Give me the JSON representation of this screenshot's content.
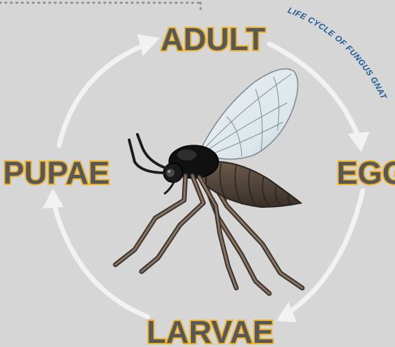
{
  "diagram": {
    "title": "LIFE CYCLE OF FUNGUS GNAT",
    "stages": {
      "adult": "ADULT",
      "egg": "EGG",
      "larvae": "LARVAE",
      "pupae": "PUPAE"
    },
    "colors": {
      "background": "#d6d6d6",
      "label_fill": "#585858",
      "label_outline": "#f0b429",
      "title": "#1d5b96",
      "cycle_arrows": "#f2f2f2",
      "dotted_border": "#8a8a8a"
    },
    "icons": [
      "fungus-gnat-illustration",
      "cycle-arrow-icon"
    ]
  }
}
